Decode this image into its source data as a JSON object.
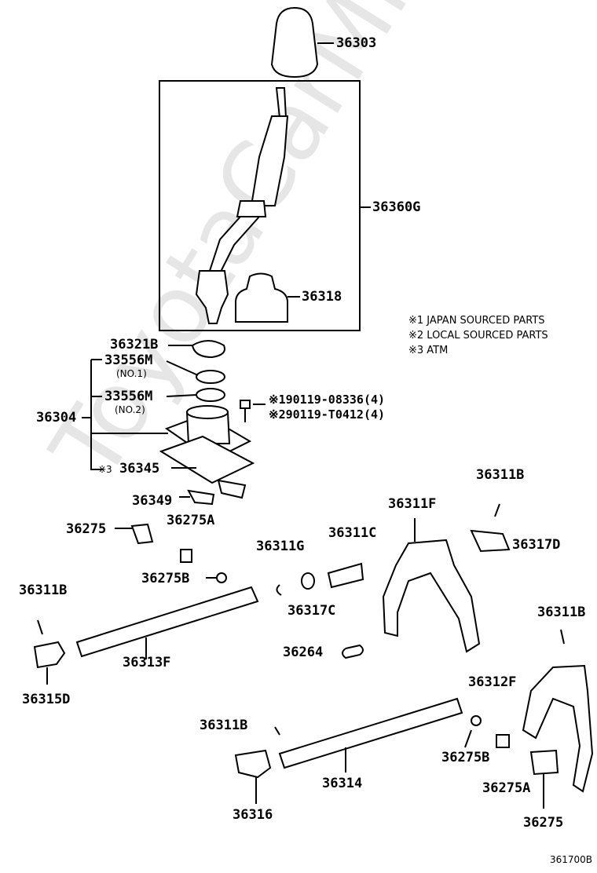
{
  "watermark": "ToyotaCarMine.ru",
  "notes": [
    "※1 JAPAN SOURCED PARTS",
    "※2 LOCAL SOURCED PARTS",
    "※3 ATM"
  ],
  "labels": {
    "p36303": "36303",
    "p36360G": "36360G",
    "p36318": "36318",
    "p36321B": "36321B",
    "p33556M_1": "33556M",
    "no1": "(NO.1)",
    "p33556M_2": "33556M",
    "no2": "(NO.2)",
    "p36304": "36304",
    "bolt1": "※190119-08336(4)",
    "bolt2": "※290119-T0412(4)",
    "p36345_mark": "※3",
    "p36345": "36345",
    "p36349": "36349",
    "p36275_a": "36275",
    "p36275A_a": "36275A",
    "p36275B_a": "36275B",
    "p36311G": "36311G",
    "p36311C": "36311C",
    "p36317C": "36317C",
    "p36311F": "36311F",
    "p36311B_top": "36311B",
    "p36317D": "36317D",
    "p36311B_left": "36311B",
    "p36313F": "36313F",
    "p36315D": "36315D",
    "p36264": "36264",
    "p36311B_right": "36311B",
    "p36312F": "36312F",
    "p36311B_mid": "36311B",
    "p36314": "36314",
    "p36316": "36316",
    "p36275B_b": "36275B",
    "p36275A_b": "36275A",
    "p36275_b": "36275"
  },
  "figure_ref": "361700B"
}
